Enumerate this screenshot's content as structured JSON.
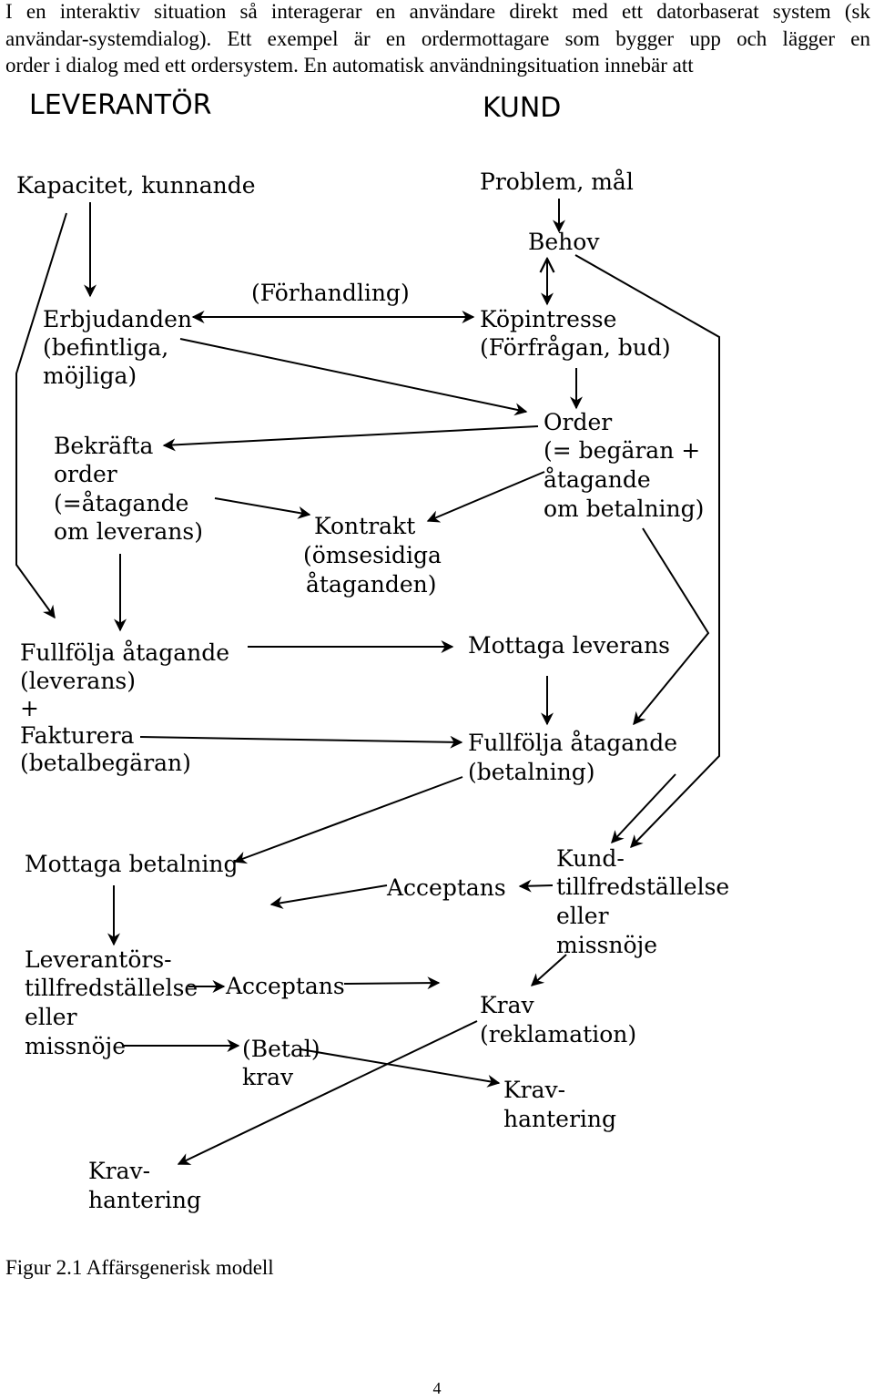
{
  "paragraph": [
    "I en interaktiv situation så interagerar en användare direkt med ett datorbaserat system (sk",
    "användar-systemdialog). Ett exempel är en ordermottagare som bygger upp och lägger en",
    "order i dialog med ett ordersystem. En automatisk användningsituation innebär att"
  ],
  "diagram": {
    "headers": {
      "supplier": "LEVERANTÖR",
      "customer": "KUND"
    },
    "labels": {
      "kapacitet": [
        "Kapacitet, kunnande"
      ],
      "problem": [
        "Problem, mål"
      ],
      "behov": [
        "Behov"
      ],
      "forhandling": [
        "(Förhandling)"
      ],
      "erbjudanden": [
        "Erbjudanden",
        "(befintliga,",
        "möjliga)"
      ],
      "kopintresse": [
        "Köpintresse",
        "(Förfrågan, bud)"
      ],
      "order": [
        "Order",
        "(= begäran +",
        "åtagande",
        "om betalning)"
      ],
      "bekrafta": [
        "Bekräfta",
        "order",
        "(=åtagande",
        "om leverans)"
      ],
      "kontrakt": [
        "Kontrakt",
        "(ömsesidiga",
        "åtaganden)"
      ],
      "fullfolja_leverans": [
        "Fullfölja åtagande",
        "(leverans)",
        "+",
        "Fakturera",
        "(betalbegäran)"
      ],
      "mottaga_leverans": [
        "Mottaga leverans"
      ],
      "fullfolja_betalning": [
        "Fullfölja åtagande",
        "(betalning)"
      ],
      "mottaga_betalning": [
        "Mottaga betalning"
      ],
      "acceptans_kund": [
        "Acceptans"
      ],
      "kundtillfredsstallelse": [
        "Kund-",
        "tillfredställelse",
        "eller",
        "missnöje"
      ],
      "leverantorstillfredsstallelse": [
        "Leverantörs-",
        "tillfredställelse",
        "eller",
        "missnöje"
      ],
      "acceptans_lev": [
        "Acceptans"
      ],
      "betalkrav": [
        "(Betal)",
        "krav"
      ],
      "krav_reklamation": [
        "Krav",
        "(reklamation)"
      ],
      "kravhantering_kund": [
        "Krav-",
        "hantering"
      ],
      "kravhantering_lev": [
        "Krav-",
        "hantering"
      ]
    }
  },
  "caption": "Figur 2.1  Affärsgenerisk modell",
  "page_number": "4"
}
